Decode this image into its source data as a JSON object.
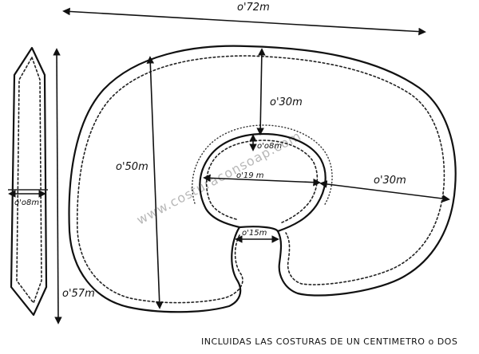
{
  "labels": {
    "total_width": "o'72m",
    "side_strip_width": "o'o8m",
    "total_height": "o'57m",
    "outer_depth": "o'50m",
    "top_band": "o'30m",
    "inner_band": "o'o8m",
    "inner_width": "o'19 m",
    "right_band": "o'30m",
    "opening_width": "o'15m"
  },
  "watermark": "www.costuraconsoap.com",
  "footnote": "INCLUIDAS LAS COSTURAS DE UN CENTIMETRO o DOS"
}
